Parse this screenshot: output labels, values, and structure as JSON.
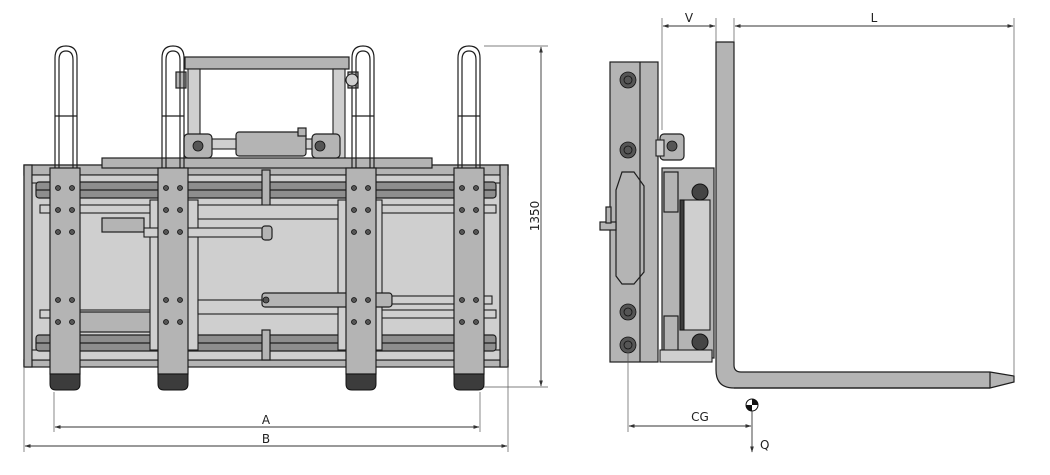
{
  "dimensions": {
    "height": "1350",
    "a": "A",
    "b": "B",
    "v": "V",
    "l": "L",
    "cg": "CG",
    "q": "Q"
  }
}
